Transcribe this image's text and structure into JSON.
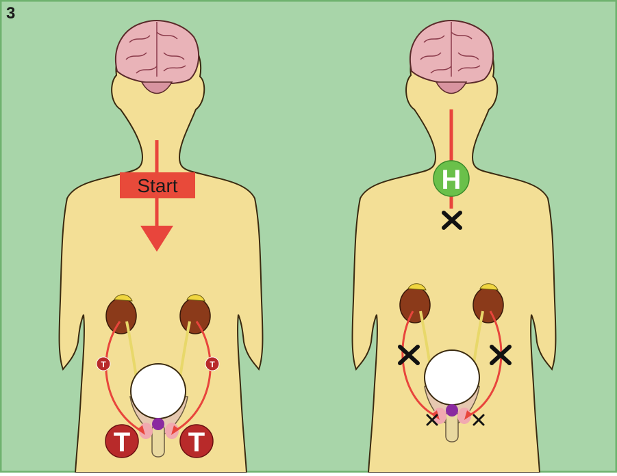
{
  "panel_number": "3",
  "start_label": "Start",
  "hormone_label": "H",
  "testosterone_label": "T",
  "colors": {
    "background": "#a8d5a9",
    "frame": "#6fb26f",
    "skin": "#f3df96",
    "outline": "#3a2a10",
    "arrow": "#e8453c",
    "start_box": "#e84a3a",
    "hormone_circle": "#6ac04a",
    "testosterone_circle": "#b82a2a",
    "brain": "#e9b3b8",
    "kidney": "#8b3a1a",
    "adrenal": "#f0d640",
    "bladder": "#ffffff",
    "prostate": "#8a2aa0",
    "cross": "#111111"
  }
}
